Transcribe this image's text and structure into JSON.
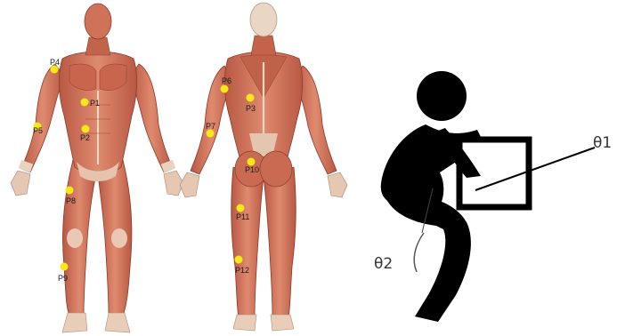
{
  "anterior_points": [
    {
      "id": "P4",
      "label": "P4"
    },
    {
      "id": "P1",
      "label": "P1"
    },
    {
      "id": "P5",
      "label": "P5"
    },
    {
      "id": "P2",
      "label": "P2"
    },
    {
      "id": "P8",
      "label": "P8"
    },
    {
      "id": "P9",
      "label": "P9"
    }
  ],
  "posterior_points": [
    {
      "id": "P6",
      "label": "P6"
    },
    {
      "id": "P3",
      "label": "P3"
    },
    {
      "id": "P7",
      "label": "P7"
    },
    {
      "id": "P10",
      "label": "P10"
    },
    {
      "id": "P11",
      "label": "P11"
    },
    {
      "id": "P12",
      "label": "P12"
    }
  ],
  "lifting_figure": {
    "angle_1": "θ1",
    "angle_2": "θ2"
  },
  "colors": {
    "muscle": "#d2725a",
    "muscle_dark": "#a94a36",
    "tendon": "#f1e2d4",
    "electrode": "#f7e816",
    "pictogram": "#000000"
  }
}
